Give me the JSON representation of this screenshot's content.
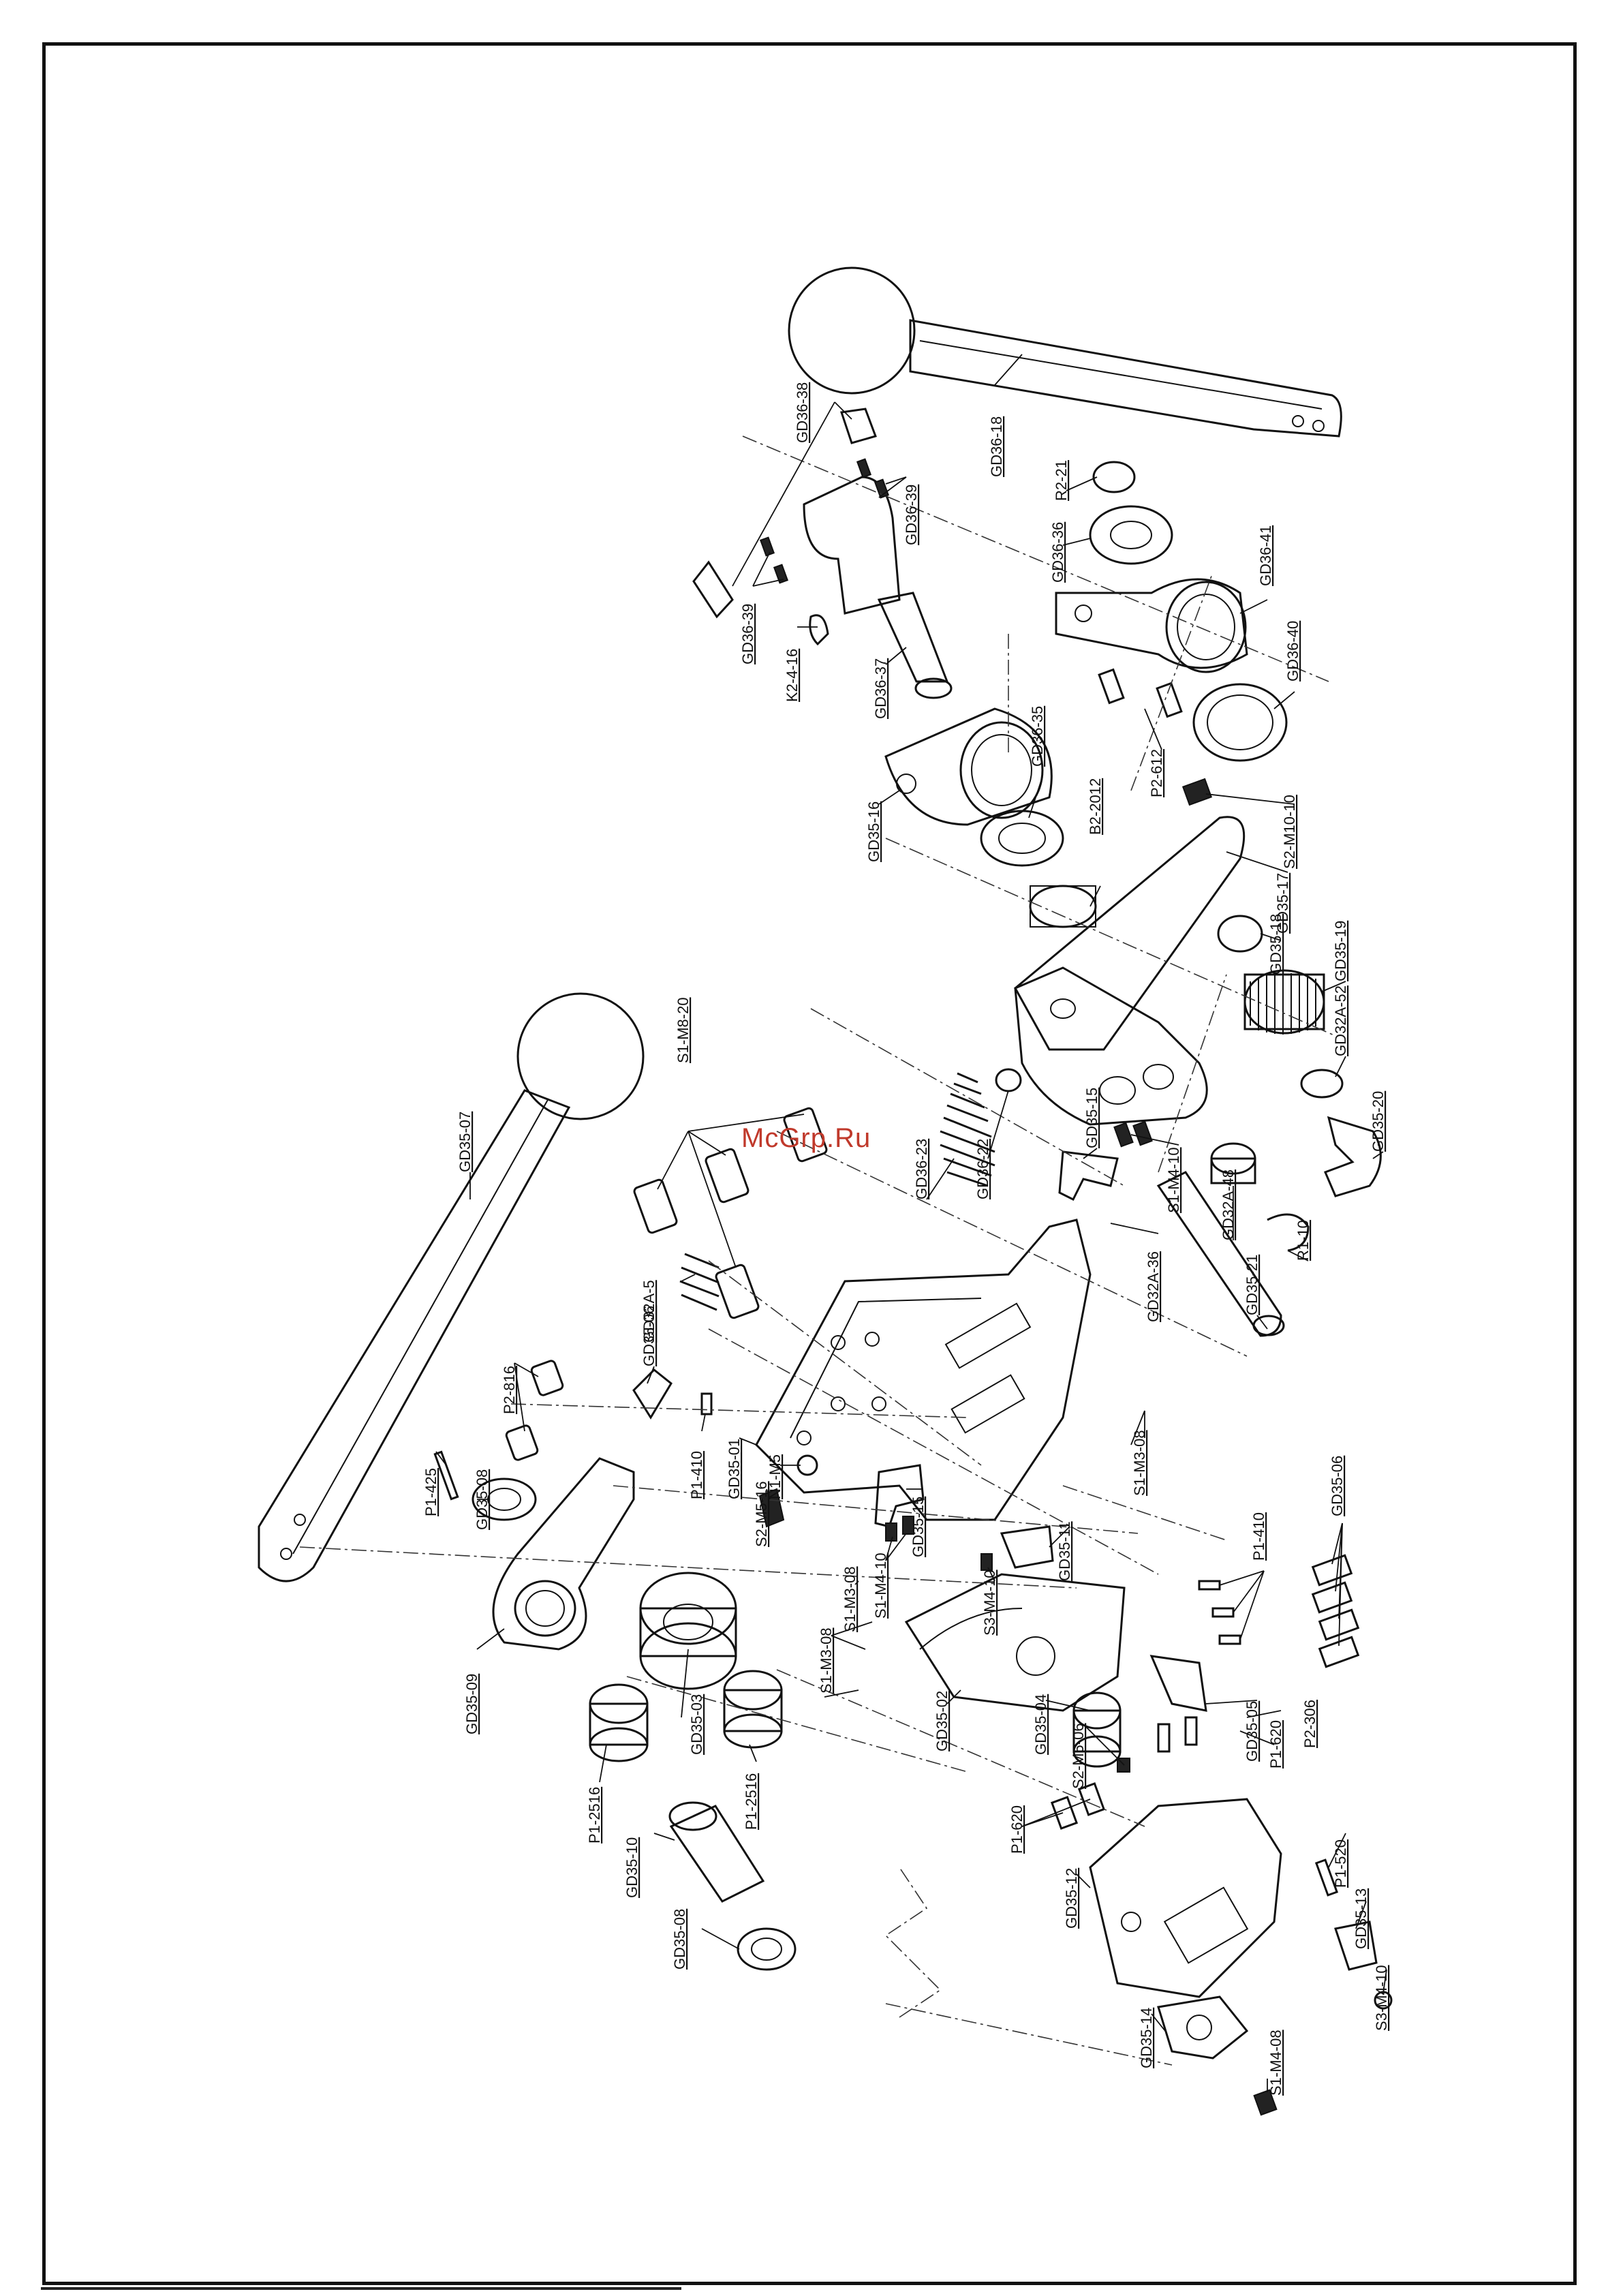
{
  "watermark": "McGrp.Ru",
  "labels": {
    "lbl_gd36_38": "GD36-38",
    "lbl_gd36_39_a": "GD36-39",
    "lbl_gd36_39_b": "GD36-39",
    "lbl_gd36_18": "GD36-18",
    "lbl_r2_21": "R2-21",
    "lbl_gd36_36": "GD36-36",
    "lbl_gd36_41": "GD36-41",
    "lbl_gd36_40": "GD36-40",
    "lbl_k2_4_16": "K2-4-16",
    "lbl_gd36_37": "GD36-37",
    "lbl_gd36_35": "GD36-35",
    "lbl_gd35_16": "GD35-16",
    "lbl_b2_2012": "B2-2012",
    "lbl_p2_612": "P2-612",
    "lbl_s2_m10_10": "S2-M10-10",
    "lbl_gd35_17": "GD35-17",
    "lbl_gd35_18": "GD35-18",
    "lbl_gd35_19": "GD35-19",
    "lbl_gd32a_52": "GD32A-52",
    "lbl_gd35_20": "GD35-20",
    "lbl_s1_m8_20": "S1-M8-20",
    "lbl_gd35_07": "GD35-07",
    "lbl_gd36_23": "GD36-23",
    "lbl_gd36_22": "GD36-22",
    "lbl_gd35_15_a": "GD35-15",
    "lbl_s1_m4_10_a": "S1-M4-10",
    "lbl_gd32a_48": "GD32A-48",
    "lbl_r1_10": "R1-10",
    "lbl_gd35_21": "GD35-21",
    "lbl_gd32a_5": "GD32A-5",
    "lbl_gd32a_36": "GD32A-36",
    "lbl_gd35_06_a": "GD35-06",
    "lbl_p2_816": "P2-816",
    "lbl_p1_410_a": "P1-410",
    "lbl_gd35_01": "GD35-01",
    "lbl_s2_m5_16": "S2-M5-16",
    "lbl_n1_m5": "N1-M5",
    "lbl_gd35_15_b": "GD35-15",
    "lbl_s1_m4_10_b": "S1-M4-10",
    "lbl_s1_m3_08_a": "S1-M3-08",
    "lbl_s3_m4_10_a": "S3-M4-10",
    "lbl_gd35_11": "GD35-11",
    "lbl_s1_m3_08_b": "S1-M3-08",
    "lbl_p1_425": "P1-425",
    "lbl_gd35_08_a": "GD35-08",
    "lbl_gd35_09": "GD35-09",
    "lbl_gd35_06_b": "GD35-06",
    "lbl_p1_410_b": "P1-410",
    "lbl_s1_m3_08_c": "S1-M3-08",
    "lbl_gd35_03": "GD35-03",
    "lbl_gd35_02": "GD35-02",
    "lbl_gd35_04": "GD35-04",
    "lbl_gd35_05": "GD35-05",
    "lbl_p1_620_a": "P1-620",
    "lbl_p2_306": "P2-306",
    "lbl_p1_2516_a": "P1-2516",
    "lbl_p1_2516_b": "P1-2516",
    "lbl_gd35_10": "GD35-10",
    "lbl_gd35_08_b": "GD35-08",
    "lbl_s2_m5_06": "S2-M5-06",
    "lbl_p1_620_b": "P1-620",
    "lbl_p1_520": "P1-520",
    "lbl_gd35_13": "GD35-13",
    "lbl_gd35_12": "GD35-12",
    "lbl_gd35_14": "GD35-14",
    "lbl_s1_m4_08": "S1-M4-08",
    "lbl_s3_m4_10_b": "S3-M4-10"
  }
}
